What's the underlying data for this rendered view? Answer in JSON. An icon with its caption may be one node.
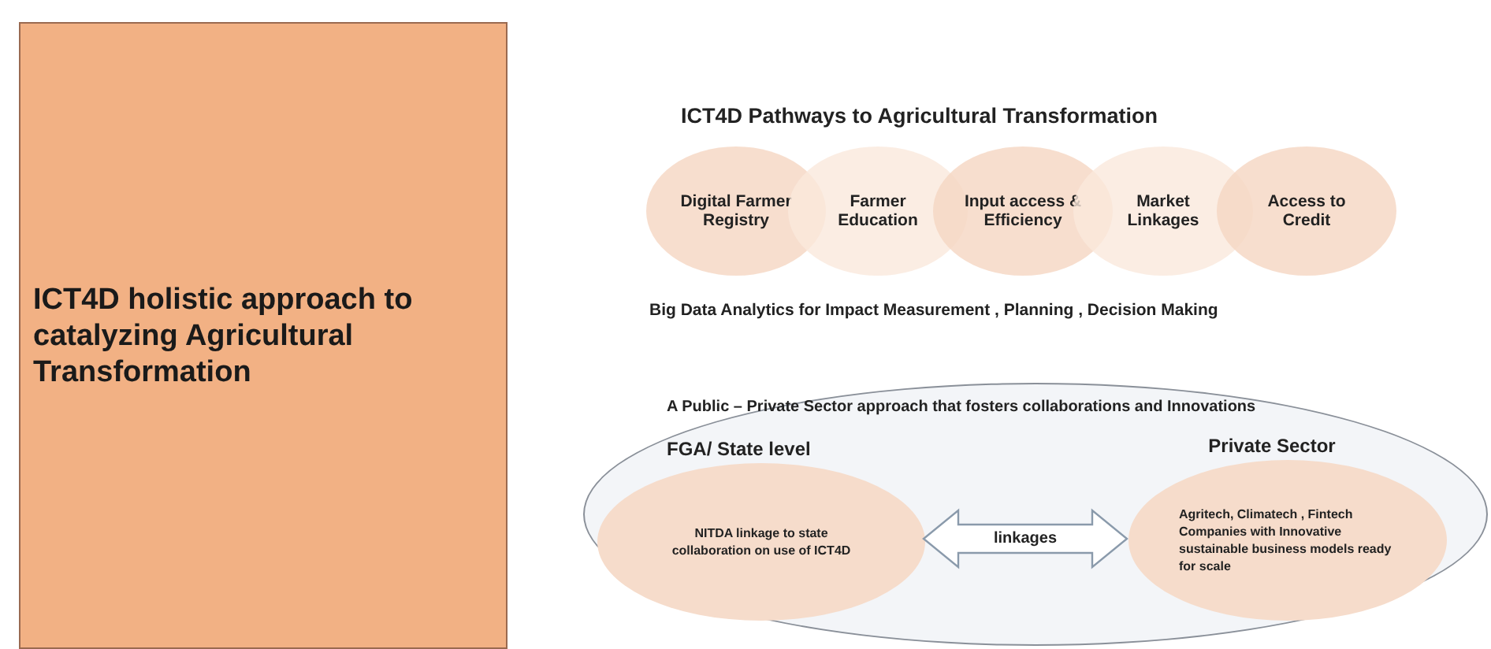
{
  "diagram": {
    "title": "ICT4D Pathways to Agricultural Transformation",
    "nodes": [
      {
        "text": [
          "ICT4D holistic approach to catalyzing Agricultural Transformation"
        ]
      },
      {
        "text": [
          "Digital Farmer Registry"
        ]
      },
      {
        "text": [
          "Farmer Education"
        ]
      },
      {
        "text": [
          "Input access & Efficiency"
        ]
      },
      {
        "text": [
          "Market Linkages"
        ]
      },
      {
        "text": [
          "Access to Credit"
        ]
      },
      {
        "text": [
          "A Public – Private Sector approach that fosters collaborations and Innovations"
        ]
      },
      {
        "text": [
          "FGA/ State level",
          "NITDA linkage to state collaboration on use of ICT4D"
        ],
        "in": 6
      },
      {
        "text": [
          "Private Sector",
          "Agritech, Climatech , Fintech Companies with Innovative sustainable business models ready for scale"
        ],
        "in": 6
      }
    ],
    "edges": [
      {
        "from": 7,
        "to": 8,
        "arrow": "both",
        "label": "linkages",
        "style": "thick"
      }
    ],
    "labels": [
      "Big Data Analytics for Impact Measurement , Planning , Decision Making"
    ]
  }
}
